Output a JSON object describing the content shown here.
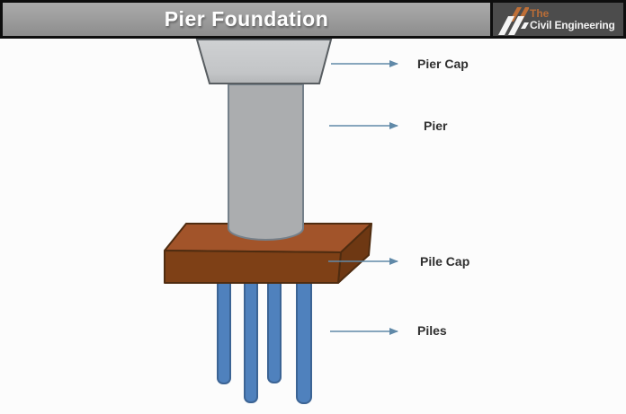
{
  "header": {
    "title": "Pier Foundation",
    "logo": {
      "brand_top": "The",
      "brand_bottom": "Civil Engineering"
    }
  },
  "diagram": {
    "labels": {
      "pier_cap": "Pier Cap",
      "pier": "Pier",
      "pile_cap": "Pile Cap",
      "piles": "Piles"
    },
    "colors": {
      "pier_cap_fill": "#c9cbcd",
      "pier_fill": "#abadaf",
      "pier_stroke": "#75808a",
      "pile_cap_top": "#a2542a",
      "pile_cap_front": "#7e4016",
      "pile_cap_side": "#6e3813",
      "pile_cap_stroke": "#4f2c10",
      "pile_fill": "#4f81bd",
      "pile_stroke": "#3c6494",
      "arrow": "#6089a8",
      "brand_orange": "#cd7334"
    }
  }
}
